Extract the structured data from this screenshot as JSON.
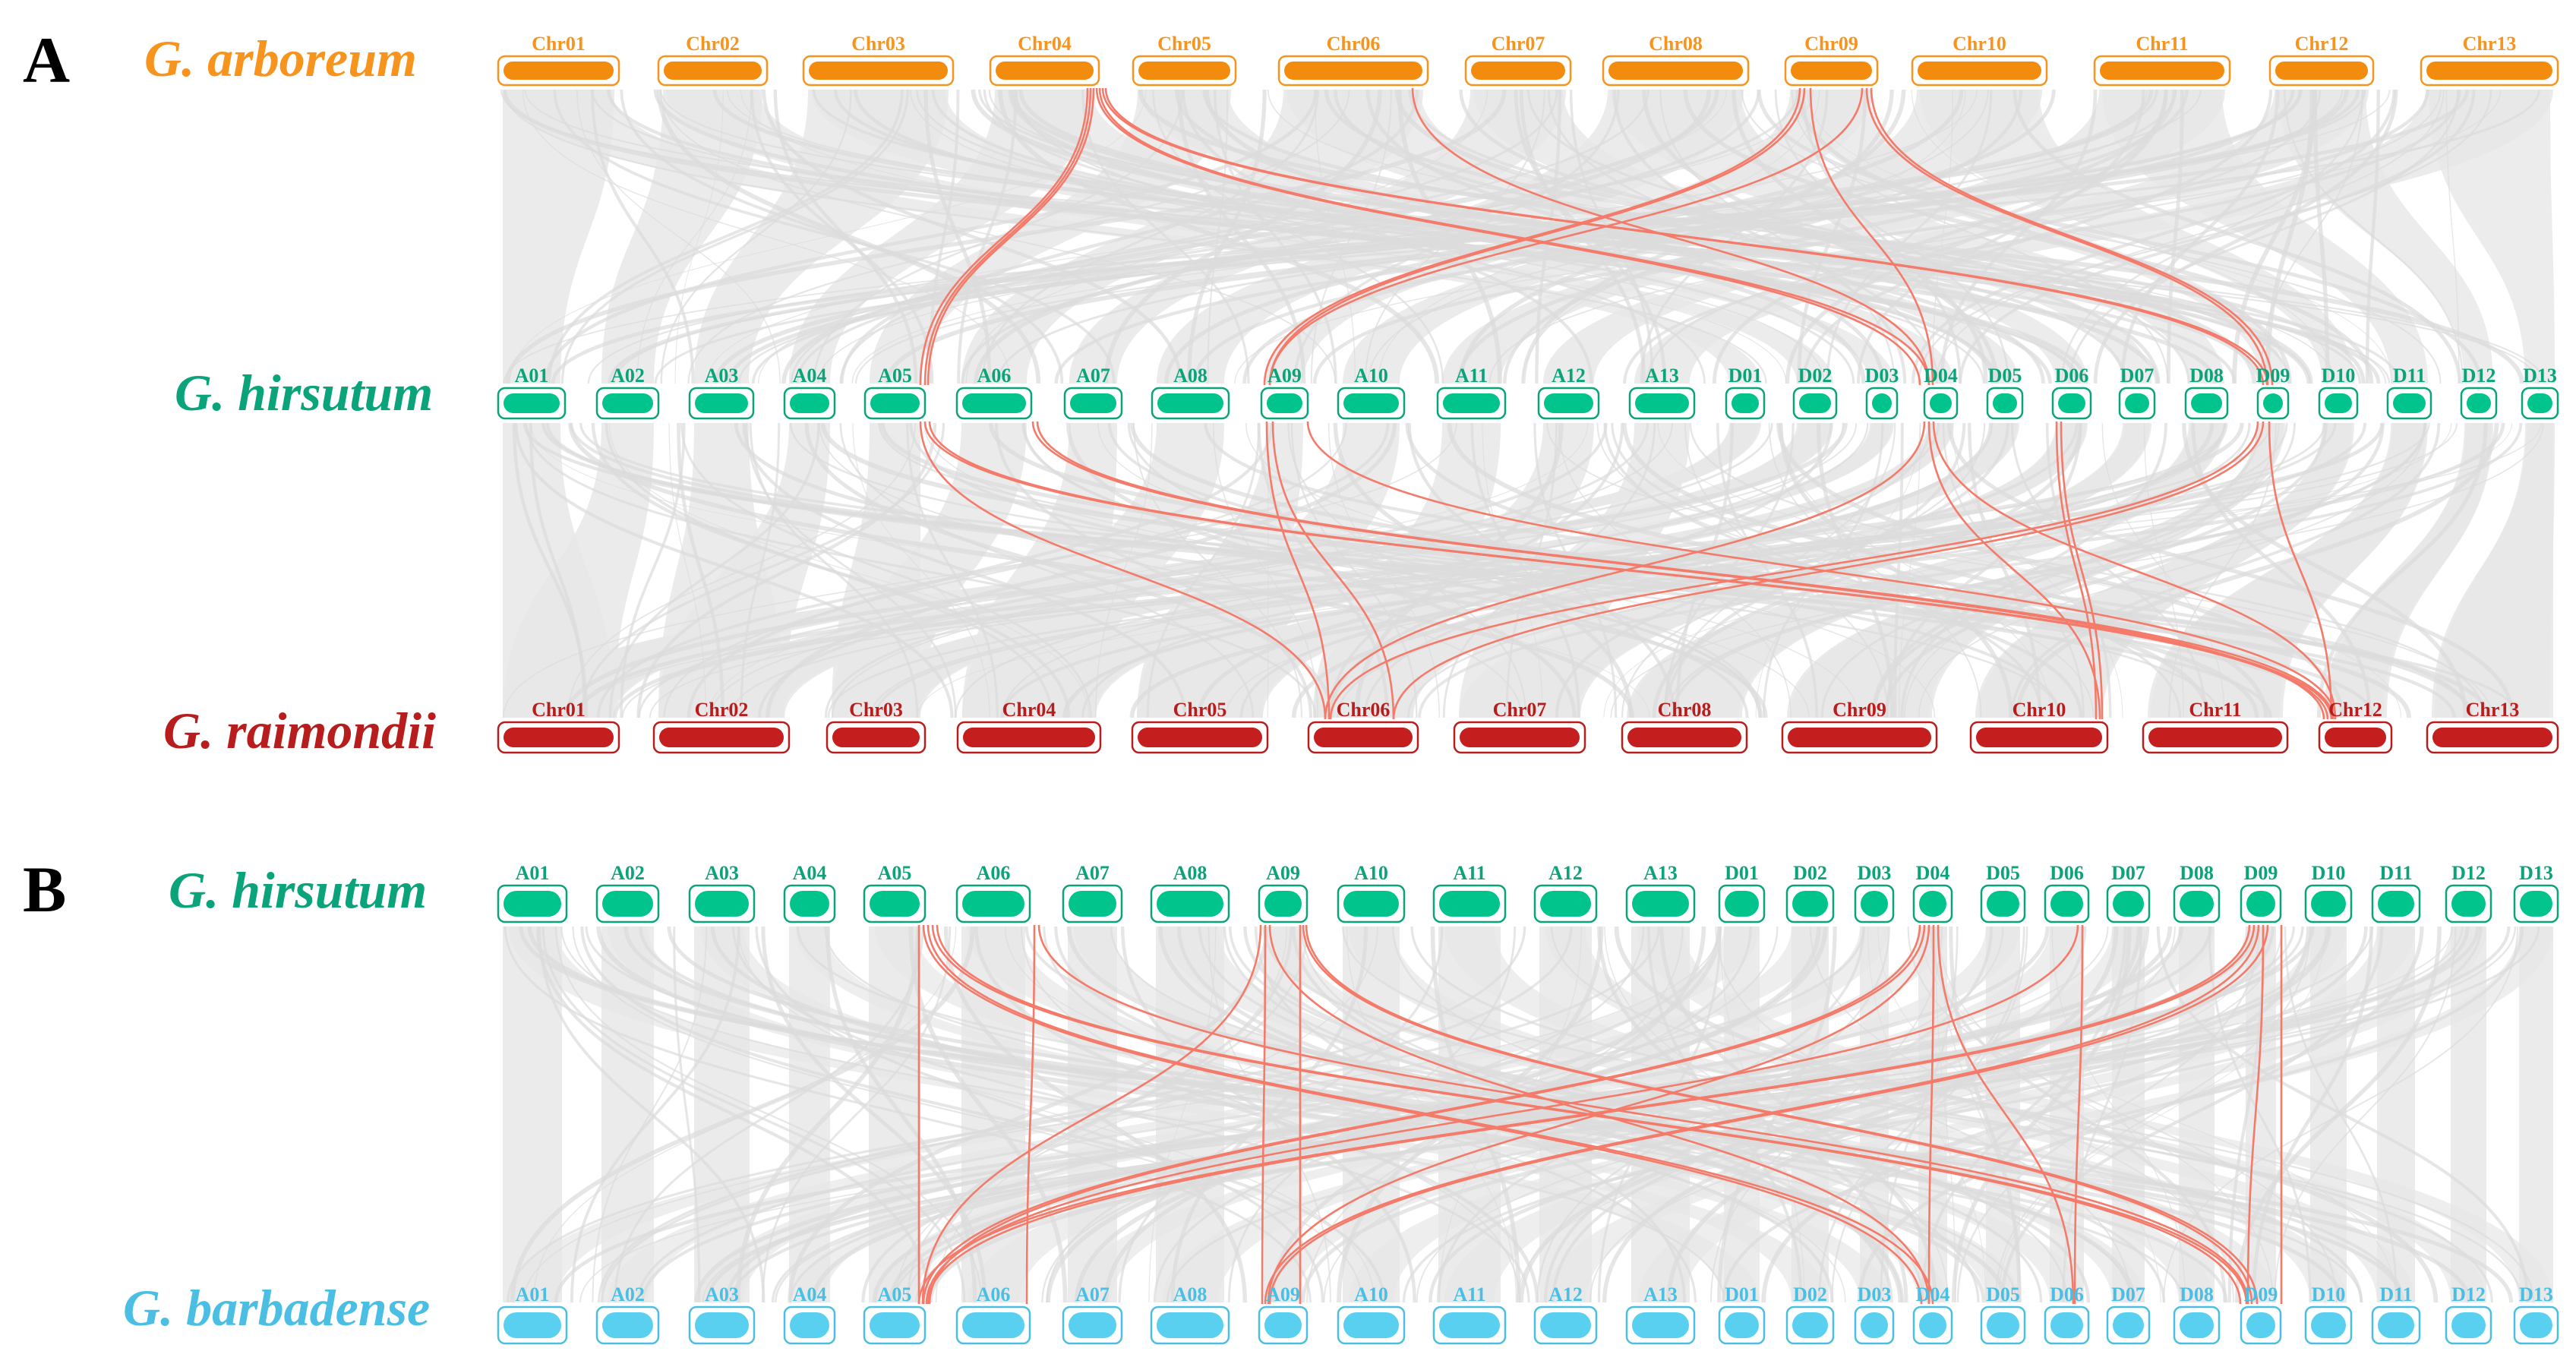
{
  "panels": [
    {
      "letter": "A"
    },
    {
      "letter": "B"
    }
  ],
  "colors": {
    "arboreum": "#f7941d",
    "arboreum_fill": "#f38b0f",
    "hirsutum": "#0aa37a",
    "hirsutum_fill": "#00c48c",
    "raimondii": "#b81d1d",
    "raimondii_fill": "#c41e1e",
    "barbadense": "#4bbfe3",
    "barbadense_fill": "#59d0f0",
    "background_links": "#e7e7e7",
    "highlight_links": "#f47a6a"
  },
  "tracks": {
    "a_arboreum": {
      "species": "G. arboreum",
      "chromosomes": [
        "Chr01",
        "Chr02",
        "Chr03",
        "Chr04",
        "Chr05",
        "Chr06",
        "Chr07",
        "Chr08",
        "Chr09",
        "Chr10",
        "Chr11",
        "Chr12",
        "Chr13"
      ]
    },
    "a_hirsutum": {
      "species": "G. hirsutum",
      "chromosomes": [
        "A01",
        "A02",
        "A03",
        "A04",
        "A05",
        "A06",
        "A07",
        "A08",
        "A09",
        "A10",
        "A11",
        "A12",
        "A13",
        "D01",
        "D02",
        "D03",
        "D04",
        "D05",
        "D06",
        "D07",
        "D08",
        "D09",
        "D10",
        "D11",
        "D12",
        "D13"
      ]
    },
    "a_raimondii": {
      "species": "G. raimondii",
      "chromosomes": [
        "Chr01",
        "Chr02",
        "Chr03",
        "Chr04",
        "Chr05",
        "Chr06",
        "Chr07",
        "Chr08",
        "Chr09",
        "Chr10",
        "Chr11",
        "Chr12",
        "Chr13"
      ]
    },
    "b_hirsutum": {
      "species": "G. hirsutum",
      "chromosomes": [
        "A01",
        "A02",
        "A03",
        "A04",
        "A05",
        "A06",
        "A07",
        "A08",
        "A09",
        "A10",
        "A11",
        "A12",
        "A13",
        "D01",
        "D02",
        "D03",
        "D04",
        "D05",
        "D06",
        "D07",
        "D08",
        "D09",
        "D10",
        "D11",
        "D12",
        "D13"
      ]
    },
    "b_barbadense": {
      "species": "G. barbadense",
      "chromosomes": [
        "A01",
        "A02",
        "A03",
        "A04",
        "A05",
        "A06",
        "A07",
        "A08",
        "A09",
        "A10",
        "A11",
        "A12",
        "A13",
        "D01",
        "D02",
        "D03",
        "D04",
        "D05",
        "D06",
        "D07",
        "D08",
        "D09",
        "D10",
        "D11",
        "D12",
        "D13"
      ]
    }
  }
}
